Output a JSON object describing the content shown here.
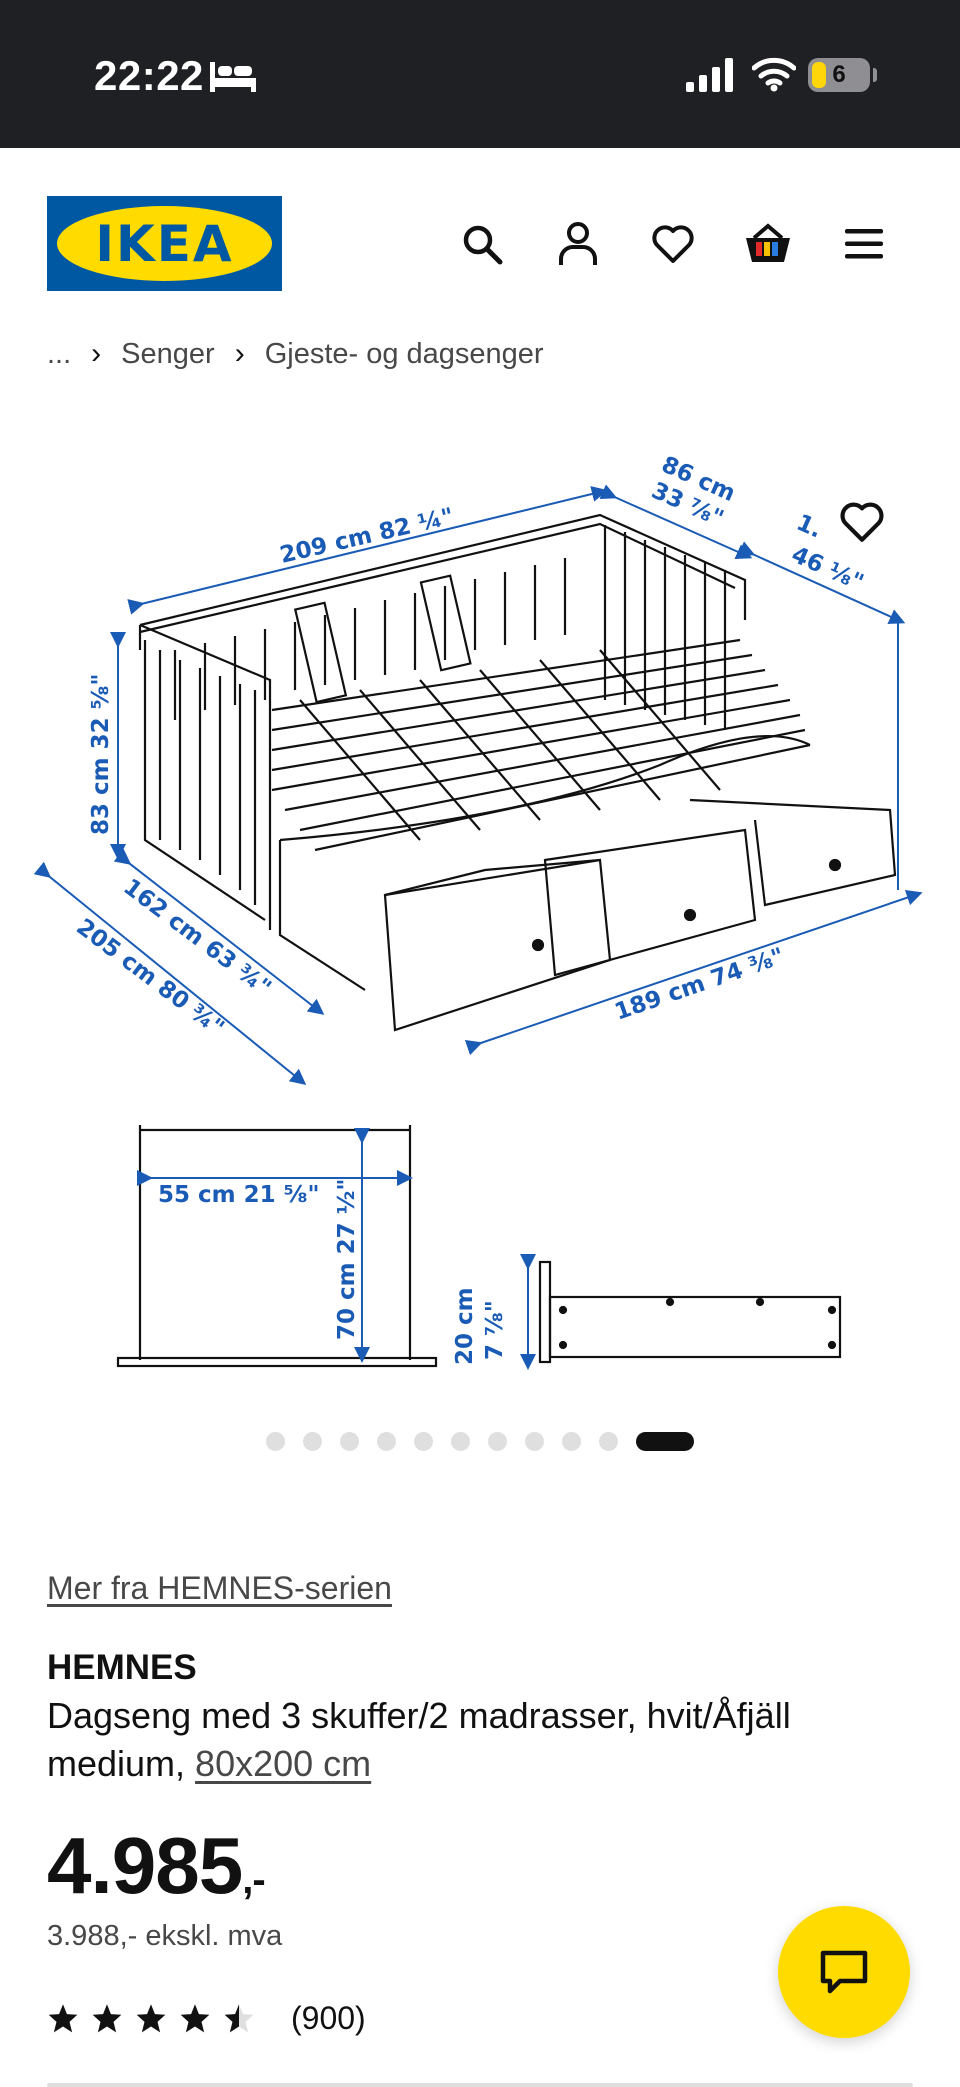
{
  "status_bar": {
    "time": "22:22",
    "battery": "6",
    "icons": [
      "bed-icon",
      "signal-icon",
      "wifi-icon",
      "battery-icon"
    ]
  },
  "header": {
    "logo_text": "IKEA",
    "icons": [
      "search-icon",
      "user-icon",
      "heart-icon",
      "cart-icon",
      "menu-icon"
    ],
    "brand_colors": {
      "blue": "#0058a3",
      "yellow": "#ffdb00"
    }
  },
  "breadcrumb": {
    "ellipsis": "...",
    "items": [
      "Senger",
      "Gjeste- og dagsenger"
    ]
  },
  "gallery": {
    "dimensions": {
      "length_top": "209 cm 82 ¼\"",
      "depth_cm": "86 cm",
      "depth_in": "33 ⅞\"",
      "width_right_top": "1.",
      "width_right_in": "46 ⅛\"",
      "height": "83 cm 32 ⅝\"",
      "inner_depth": "162 cm 63 ¾\"",
      "outer_depth": "205 cm 80 ¾\"",
      "front_length": "189 cm 74 ⅜\"",
      "drawer_inner_width": "55 cm 21 ⅝\"",
      "drawer_inner_height": "70 cm 27 ½\"",
      "drawer_height_cm": "20 cm",
      "drawer_height_in": "7 ⅞\""
    },
    "total_images": 11,
    "active_index": 10
  },
  "product": {
    "series_link": "Mer fra HEMNES-serien",
    "name": "HEMNES",
    "description": "Dagseng med 3 skuffer/2 madrasser, hvit/Åfjäll medium, ",
    "size_link": "80x200 cm",
    "price": "4.985",
    "price_suffix": ",-",
    "price_ex_vat": "3.988,- ekskl. mva",
    "rating": 4.5,
    "reviews": "(900)"
  },
  "chat": {
    "icon": "chat-icon",
    "color": "#ffdb00"
  }
}
